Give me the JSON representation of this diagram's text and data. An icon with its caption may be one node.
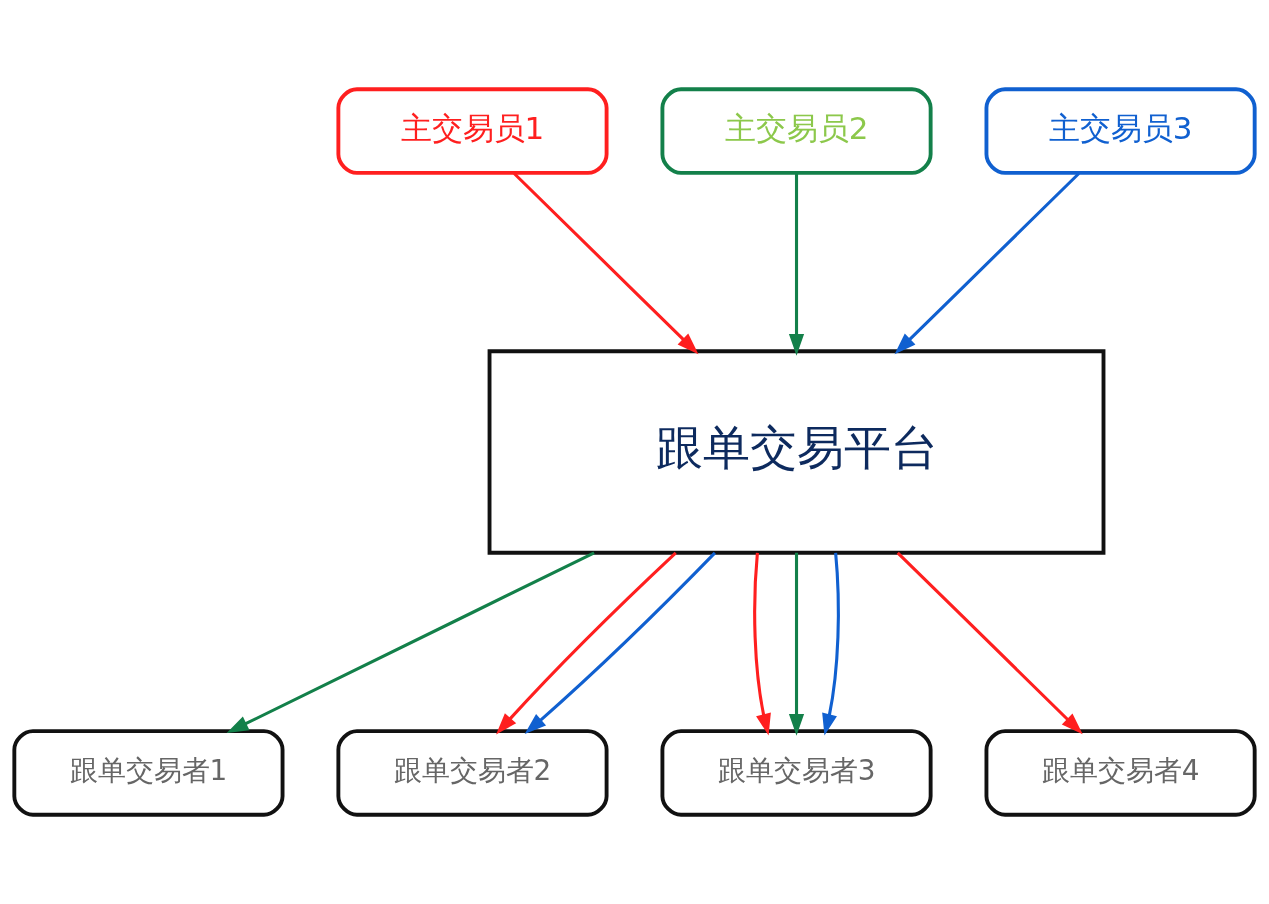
{
  "diagram": {
    "nodes": [
      {
        "text": [
          "主交易员1"
        ]
      },
      {
        "text": [
          "主交易员2"
        ]
      },
      {
        "text": [
          "主交易员3"
        ]
      },
      {
        "text": [
          "跟单交易平台"
        ]
      },
      {
        "text": [
          "跟单交易者1"
        ]
      },
      {
        "text": [
          "跟单交易者2"
        ]
      },
      {
        "text": [
          "跟单交易者3"
        ]
      },
      {
        "text": [
          "跟单交易者4"
        ]
      }
    ],
    "edges": [
      {
        "from": 0,
        "to": 3,
        "arrow": "to",
        "color": "#ff1f1f"
      },
      {
        "from": 1,
        "to": 3,
        "arrow": "to",
        "color": "#13804a"
      },
      {
        "from": 2,
        "to": 3,
        "arrow": "to",
        "color": "#1060d0"
      },
      {
        "from": 3,
        "to": 4,
        "arrow": "to",
        "color": "#13804a"
      },
      {
        "from": 3,
        "to": 5,
        "arrow": "to",
        "color": "#ff1f1f"
      },
      {
        "from": 3,
        "to": 5,
        "arrow": "to",
        "color": "#1060d0"
      },
      {
        "from": 3,
        "to": 6,
        "arrow": "to",
        "color": "#ff1f1f"
      },
      {
        "from": 3,
        "to": 6,
        "arrow": "to",
        "color": "#13804a"
      },
      {
        "from": 3,
        "to": 6,
        "arrow": "to",
        "color": "#1060d0"
      },
      {
        "from": 3,
        "to": 7,
        "arrow": "to",
        "color": "#ff1f1f"
      }
    ]
  }
}
